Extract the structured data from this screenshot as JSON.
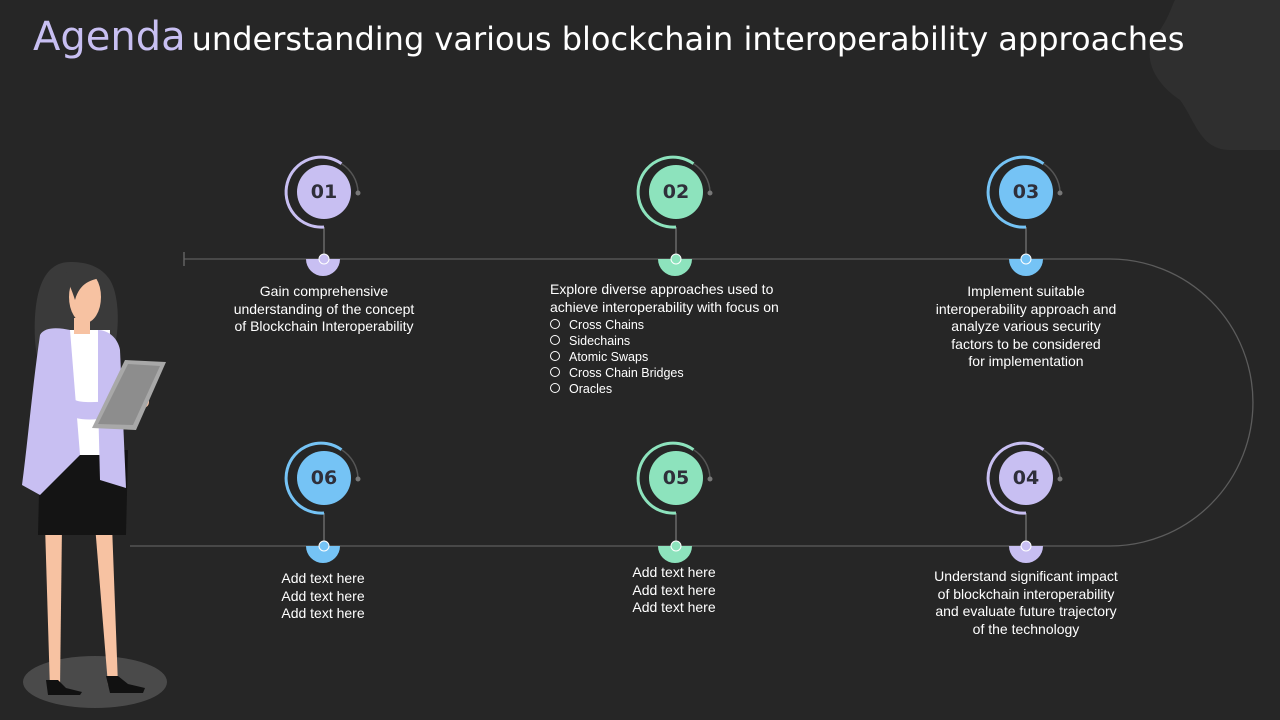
{
  "title": {
    "accent": "Agenda",
    "rest": "understanding various blockchain interoperability approaches"
  },
  "colors": {
    "background": "#262626",
    "lavender": "#c8bff2",
    "mint": "#8de3bd",
    "blue": "#75c3f5"
  },
  "steps": [
    {
      "number": "01",
      "color": "lavender",
      "lines": [
        "Gain comprehensive",
        "understanding of the concept",
        "of Blockchain Interoperability"
      ]
    },
    {
      "number": "02",
      "color": "mint",
      "lines": [
        "Explore diverse approaches used to",
        "achieve interoperability with focus on"
      ],
      "bullets": [
        "Cross Chains",
        "Sidechains",
        "Atomic Swaps",
        "Cross Chain  Bridges",
        "Oracles"
      ]
    },
    {
      "number": "03",
      "color": "blue",
      "lines": [
        "Implement suitable",
        "interoperability approach and",
        "analyze various security",
        "factors to be considered",
        "for implementation"
      ]
    },
    {
      "number": "04",
      "color": "lavender",
      "lines": [
        "Understand significant impact",
        "of blockchain interoperability",
        "and evaluate future trajectory",
        "of the technology"
      ]
    },
    {
      "number": "05",
      "color": "mint",
      "lines": [
        "Add text here",
        "Add text here",
        "Add text here"
      ]
    },
    {
      "number": "06",
      "color": "blue",
      "lines": [
        "Add text here",
        "Add text here",
        "Add text here"
      ]
    }
  ]
}
